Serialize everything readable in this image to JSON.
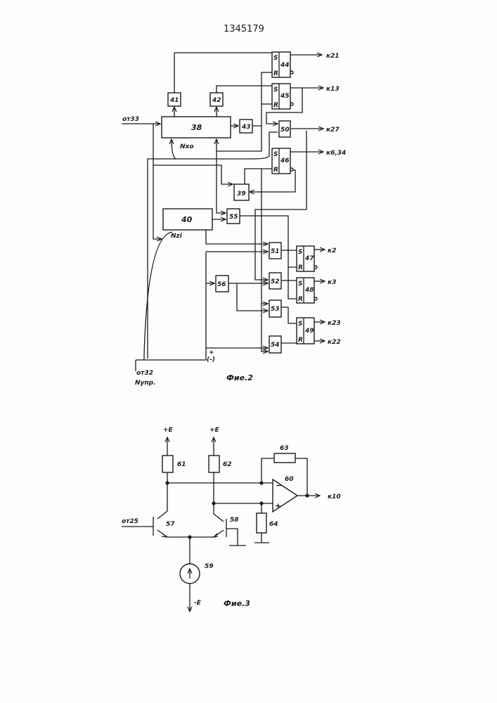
{
  "patent_number": "1345179",
  "fig2": {
    "caption": "Фие.2",
    "blocks": {
      "b38": "38",
      "b39": "39",
      "b40": "40",
      "b41": "41",
      "b42": "42",
      "b43": "43",
      "b50": "50",
      "b51": "51",
      "b52": "52",
      "b53": "53",
      "b54": "54",
      "b55": "55",
      "b56": "56"
    },
    "flipflops": {
      "ff44": "44",
      "ff45": "45",
      "ff46": "46",
      "ff47": "47",
      "ff48": "48",
      "ff49": "49"
    },
    "ff_s": "S",
    "ff_r": "R",
    "inputs": {
      "from33": "от33",
      "nxo": "Nxo",
      "nzi": "Nzi",
      "from32": "от32",
      "nupr": "Nупр.",
      "plus": "+",
      "minus": "(-)"
    },
    "outputs": {
      "k21": "к21",
      "k13": "к13",
      "k27": "к27",
      "k634": "к6,34",
      "k2": "к2",
      "k3": "к3",
      "k23": "к23",
      "k22": "к22"
    }
  },
  "fig3": {
    "caption": "Фие.3",
    "supply_pos": "+E",
    "supply_neg": "-E",
    "input": "от25",
    "output": "к10",
    "components": {
      "r61": "61",
      "r62": "62",
      "r63": "63",
      "r64": "64",
      "t57": "57",
      "t58": "58",
      "src59": "59",
      "op60": "60"
    },
    "op_minus": "−",
    "op_plus": "+"
  }
}
